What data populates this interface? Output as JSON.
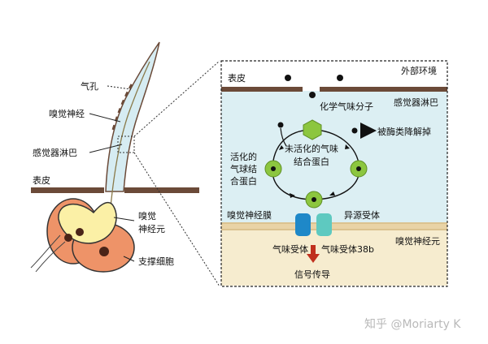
{
  "labels": {
    "air_hole": "气孔",
    "olfactory_nerve": "嗅觉神经",
    "olfactory_lymph_left": "感觉器淋巴",
    "epidermis_left": "表皮",
    "olfactory_neuron_left_line1": "嗅觉",
    "olfactory_neuron_left_line2": "神经元",
    "support_cell": "支撑细胞",
    "epidermis_right": "表皮",
    "external_env": "外部环境",
    "odor_molecule": "化学气味分子",
    "olfactory_lymph_right": "感觉器淋巴",
    "degraded": "被酶类降解掉",
    "inactive_obp_line1": "未活化的气味",
    "inactive_obp_line2": "结合蛋白",
    "active_obp_line1": "活化的",
    "active_obp_line2": "气球结",
    "active_obp_line3": "合蛋白",
    "neuron_membrane": "嗅觉神经膜",
    "heterologous_receptor": "异源受体",
    "olfactory_neuron_right": "嗅觉神经元",
    "odor_receptor": "气味受体",
    "odor_receptor_38b": "气味受体38b",
    "signal_transduction": "信号传导"
  },
  "watermark": "知乎 @Moriarty K",
  "colors": {
    "lymph": "#dcefF3",
    "neuron_fill": "#f6eccf",
    "membrane": "#e9d3a6",
    "epidermis": "#6b4a38",
    "protein_green": "#8cc63f",
    "receptor_blue": "#1e88c8",
    "receptor_teal": "#5ec9c0",
    "support_cell": "#ee9368",
    "neuron_yellow": "#fbf0a6",
    "arrow_red": "#c0301e"
  }
}
